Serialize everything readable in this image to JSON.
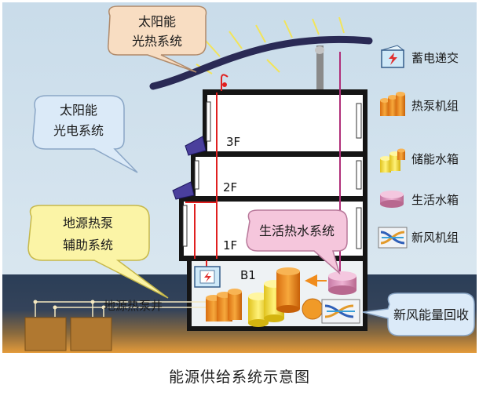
{
  "bubbles": {
    "solar_thermal": [
      "太阳能",
      "光热系统"
    ],
    "solar_pv": [
      "太阳能",
      "光电系统"
    ],
    "ground_source": [
      "地源热泵",
      "辅助系统"
    ],
    "domestic_hot_water": "生活热水系统",
    "fresh_air_recovery": "新风能量回收"
  },
  "floors": {
    "f3": "3F",
    "f2": "2F",
    "f1": "1F",
    "b1": "B1"
  },
  "well_label": "地源热泵井",
  "legend": [
    {
      "icon": "storage-battery-icon",
      "label": "蓄电递交"
    },
    {
      "icon": "heat-pump-icon",
      "label": "热泵机组"
    },
    {
      "icon": "storage-tank-icon",
      "label": "储能水箱"
    },
    {
      "icon": "domestic-water-tank-icon",
      "label": "生活水箱"
    },
    {
      "icon": "fresh-air-unit-icon",
      "label": "新风机组"
    }
  ],
  "caption": "能源供给系统示意图"
}
